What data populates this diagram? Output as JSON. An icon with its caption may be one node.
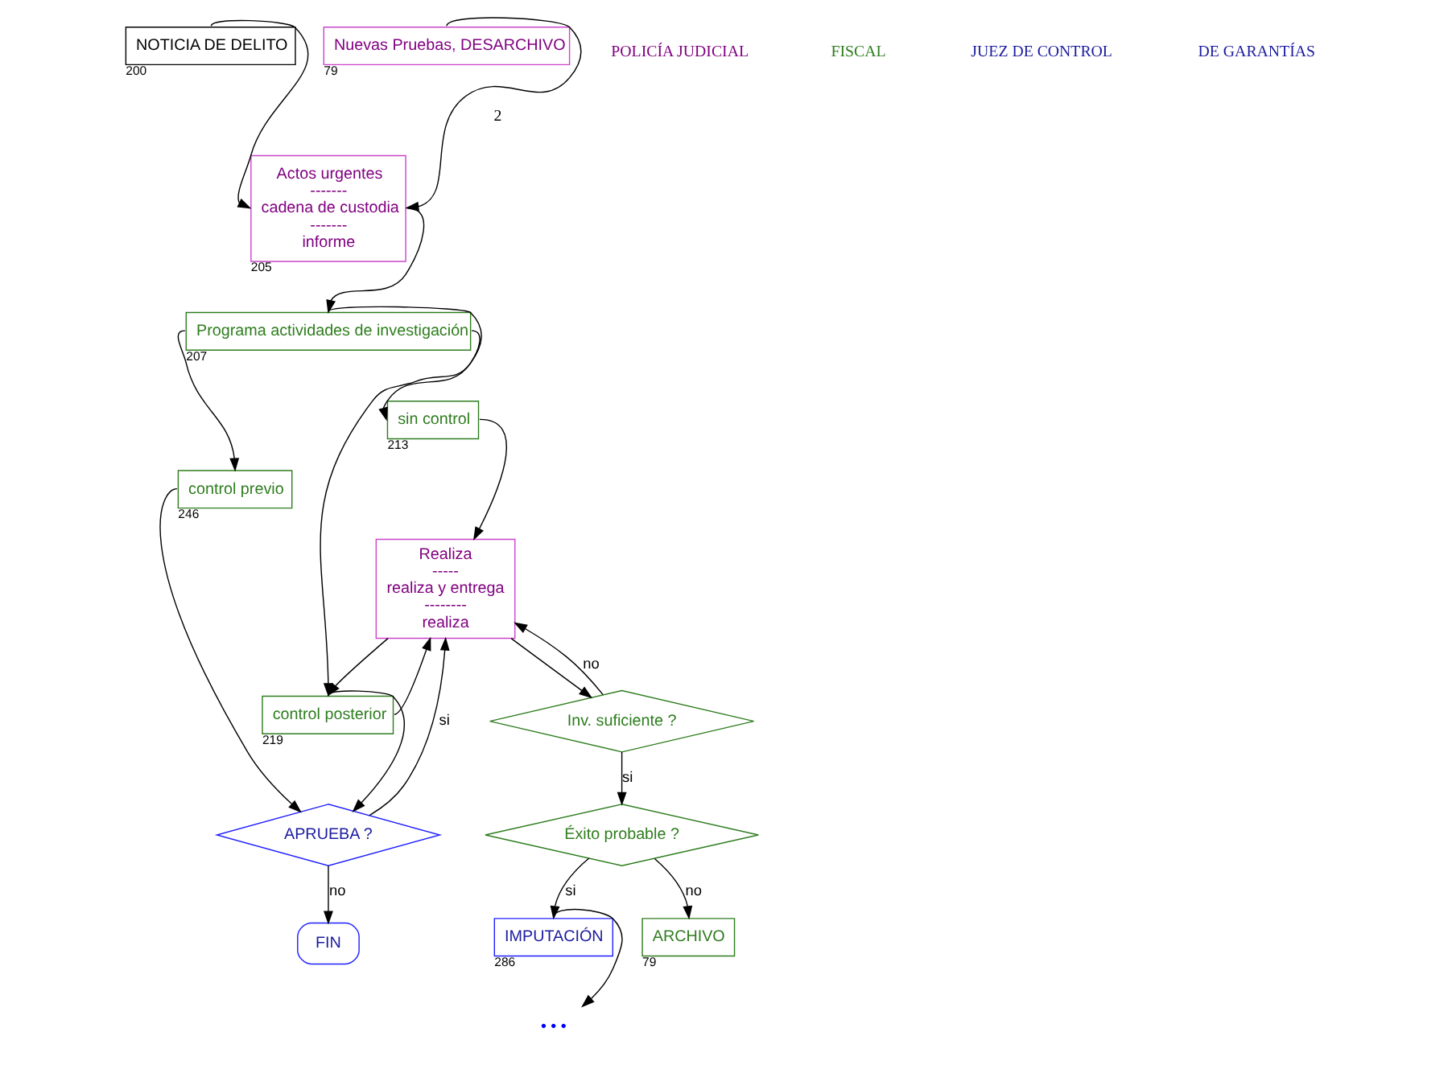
{
  "diagram": {
    "nodes": [
      {
        "text": [
          "NOTICIA DE DELITO"
        ],
        "beside": [
          "200"
        ]
      },
      {
        "text": [
          "Actos urgentes",
          "-------",
          "cadena de custodia",
          "-------",
          "informe"
        ],
        "beside": [
          "205"
        ]
      },
      {
        "text": [
          "Programa actividades de investigación"
        ],
        "beside": [
          "207"
        ]
      },
      {
        "text": [
          "sin control"
        ],
        "beside": [
          "213"
        ]
      },
      {
        "text": [
          "control previo"
        ],
        "beside": [
          "246"
        ]
      },
      {
        "text": [
          "Realiza",
          "-----",
          "realiza y entrega",
          "--------",
          "realiza"
        ]
      },
      {
        "text": [
          "control posterior"
        ],
        "beside": [
          "219"
        ]
      },
      {
        "text": [
          "APRUEBA ?"
        ]
      },
      {
        "text": [
          "FIN"
        ]
      },
      {
        "text": [
          "Inv. suficiente ?"
        ]
      },
      {
        "text": [
          "Éxito probable ?"
        ]
      },
      {
        "text": [
          "IMPUTACIÓN"
        ],
        "beside": [
          "286"
        ]
      },
      {
        "text": [
          "ARCHIVO"
        ],
        "beside": [
          "79"
        ]
      },
      {
        "text": [
          "Nuevas Pruebas, DESARCHIVO"
        ],
        "beside": [
          "79"
        ]
      },
      {
        "text": [
          "• • •"
        ]
      }
    ],
    "edges": [
      {
        "from": 0,
        "to": 1,
        "arrow": "to"
      },
      {
        "from": 1,
        "to": 2,
        "arrow": "to"
      },
      {
        "from": 2,
        "to": 3,
        "arrow": "to"
      },
      {
        "from": 2,
        "to": 6,
        "arrow": "to"
      },
      {
        "from": 2,
        "to": 4,
        "arrow": "to"
      },
      {
        "from": 3,
        "to": 5,
        "arrow": "to"
      },
      {
        "from": 6,
        "to": 5,
        "arrow": "to"
      },
      {
        "from": 5,
        "to": 6,
        "arrow": "to"
      },
      {
        "from": 4,
        "to": 7,
        "arrow": "to"
      },
      {
        "from": 6,
        "to": 7,
        "arrow": "to"
      },
      {
        "from": 7,
        "to": 8,
        "arrow": "to",
        "label": "no"
      },
      {
        "from": 7,
        "to": 5,
        "arrow": "to",
        "label": "si"
      },
      {
        "from": 5,
        "to": 9,
        "arrow": "to"
      },
      {
        "from": 9,
        "to": 10,
        "arrow": "to",
        "label": "si"
      },
      {
        "from": 9,
        "to": 5,
        "arrow": "to",
        "label": "no"
      },
      {
        "from": 10,
        "to": 11,
        "arrow": "to",
        "label": "si"
      },
      {
        "from": 10,
        "to": 12,
        "arrow": "to",
        "label": "no"
      },
      {
        "from": 11,
        "to": 14,
        "arrow": "to"
      },
      {
        "from": 13,
        "to": 1,
        "arrow": "to"
      }
    ],
    "labels": [
      "POLICÍA JUDICIAL",
      "FISCAL",
      "JUEZ DE CONTROL",
      "DE GARANTÍAS",
      "2"
    ]
  }
}
